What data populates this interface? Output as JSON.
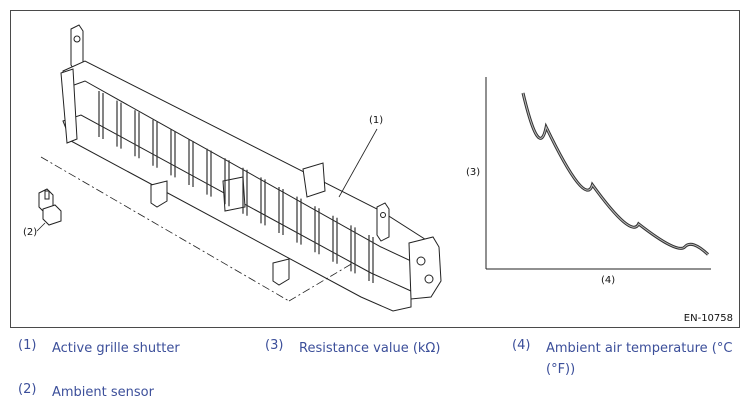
{
  "figure": {
    "figure_id": "EN-10758",
    "callouts": {
      "grille": "(1)",
      "sensor": "(2)",
      "y_axis": "(3)",
      "x_axis": "(4)"
    }
  },
  "legend": [
    {
      "num": "(1)",
      "text": "Active grille shutter"
    },
    {
      "num": "(2)",
      "text": "Ambient sensor"
    },
    {
      "num": "(3)",
      "text": "Resistance value (kΩ)"
    },
    {
      "num": "(4)",
      "text": "Ambient air temperature (°C (°F))"
    }
  ],
  "chart_data": {
    "type": "line",
    "xlabel": "(4)",
    "ylabel": "(3)",
    "series": [
      {
        "x": [
          0,
          0.25,
          0.5,
          0.75,
          1.0
        ],
        "y": [
          1.0,
          0.6,
          0.32,
          0.14,
          0.05
        ]
      }
    ]
  }
}
